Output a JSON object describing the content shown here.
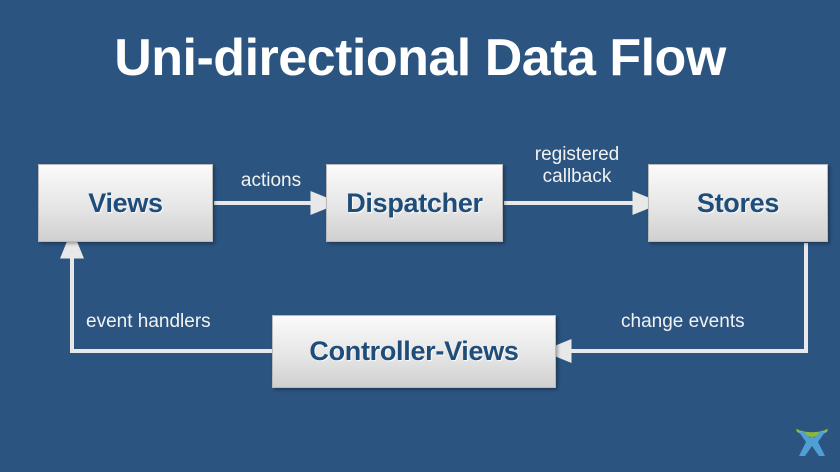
{
  "slide": {
    "title": "Uni-directional Data Flow",
    "background_color": "#2b5480",
    "node_text_color": "#1f4d7a",
    "label_color": "#f2f2f2",
    "connector_color": "#e8e8e8"
  },
  "nodes": [
    {
      "id": "views",
      "label": "Views"
    },
    {
      "id": "dispatcher",
      "label": "Dispatcher"
    },
    {
      "id": "stores",
      "label": "Stores"
    },
    {
      "id": "controller",
      "label": "Controller-Views"
    }
  ],
  "edges": [
    {
      "id": "views-to-dispatcher",
      "label": "actions",
      "from": "views",
      "to": "dispatcher"
    },
    {
      "id": "dispatcher-to-stores",
      "label": "registered\ncallback",
      "from": "dispatcher",
      "to": "stores"
    },
    {
      "id": "stores-to-controller",
      "label": "change events",
      "from": "stores",
      "to": "controller"
    },
    {
      "id": "controller-to-views",
      "label": "event handlers",
      "from": "controller",
      "to": "views"
    }
  ],
  "logo": {
    "name": "figure-with-arc-logo",
    "figure_color": "#4f9fd4",
    "arc_color": "#8cb63c"
  }
}
